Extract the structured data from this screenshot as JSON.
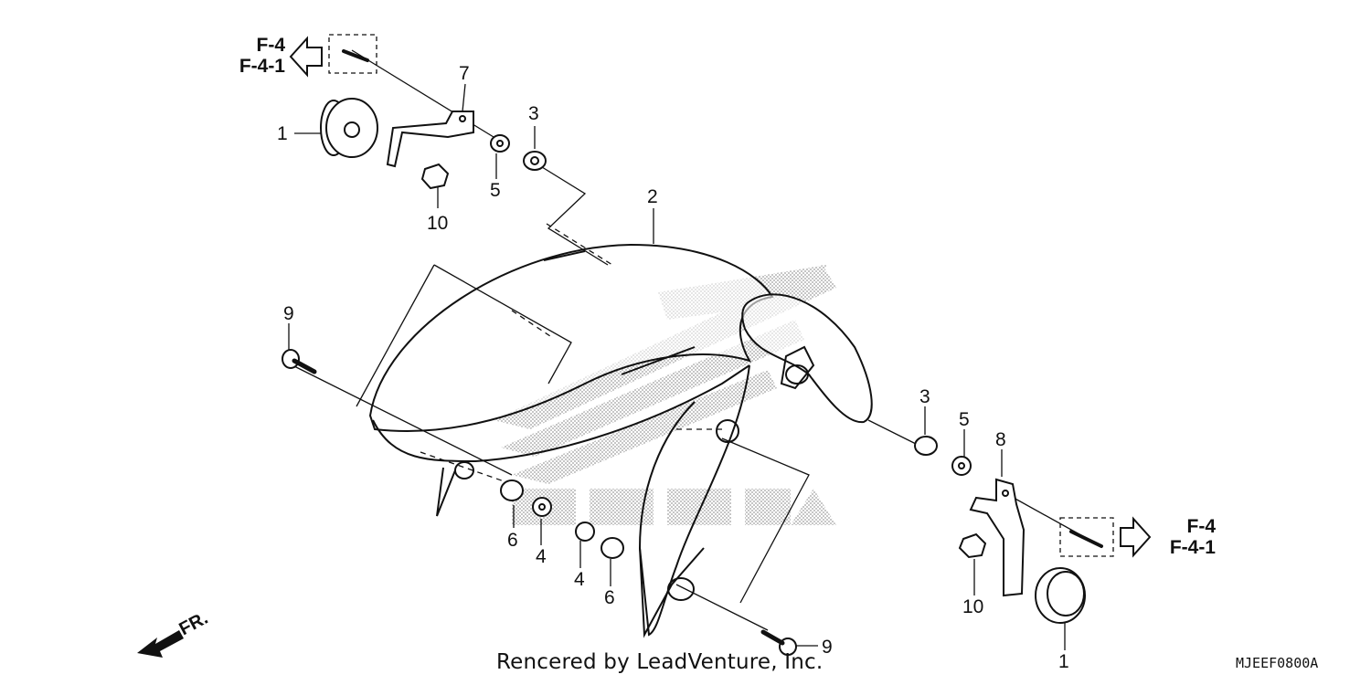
{
  "callouts": {
    "p1_top": "1",
    "p7": "7",
    "p3_top": "3",
    "p5_top": "5",
    "p10_top": "10",
    "p2": "2",
    "p9_left": "9",
    "p6_left": "6",
    "p4_left": "4",
    "p4_mid": "4",
    "p6_mid": "6",
    "p3_right": "3",
    "p5_right": "5",
    "p8": "8",
    "p10_right": "10",
    "p1_bottom": "1",
    "p9_bottom": "9"
  },
  "references": {
    "top_left": {
      "line1": "F-4",
      "line2": "F-4-1"
    },
    "bottom_right": {
      "line1": "F-4",
      "line2": "F-4-1"
    }
  },
  "direction_label": "FR.",
  "footer": {
    "credit": "Rencered by LeadVenture, Inc.",
    "diagram_code": "MJEEF0800A"
  },
  "watermark": {
    "logo": "HONDA wing logo"
  }
}
